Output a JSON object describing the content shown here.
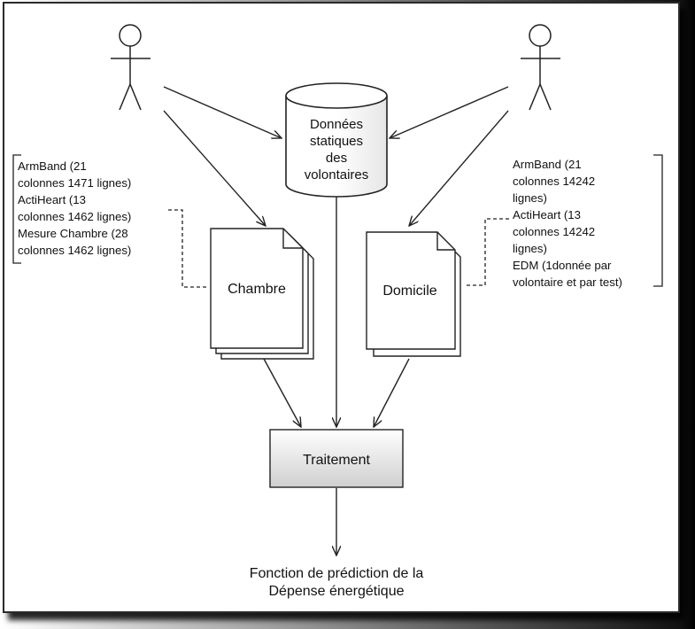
{
  "nodes": {
    "db": [
      "Données",
      "statiques",
      "des",
      "volontaires"
    ],
    "chambre": "Chambre",
    "domicile": "Domicile",
    "traitement": "Traitement",
    "output": [
      "Fonction de prédiction de la",
      "Dépense énergétique"
    ]
  },
  "notes": {
    "left": [
      "ArmBand (21",
      "colonnes 1471 lignes)",
      "ActiHeart (13",
      "colonnes 1462 lignes)",
      "Mesure Chambre (28",
      "colonnes 1462 lignes)"
    ],
    "right": [
      "ArmBand (21",
      "colonnes 14242",
      "lignes)",
      "ActiHeart (13",
      "colonnes 14242",
      "lignes)",
      "EDM (1donnée par",
      "volontaire et par test)"
    ]
  }
}
